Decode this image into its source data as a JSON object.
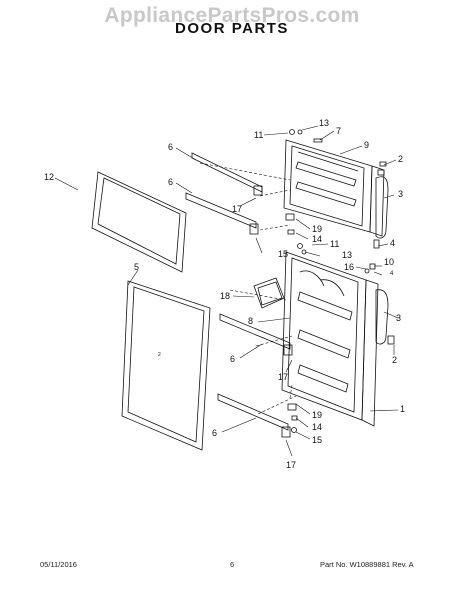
{
  "watermark": "AppliancePartsPros.com",
  "title": "DOOR PARTS",
  "callouts": [
    "11",
    "13",
    "7",
    "9",
    "6",
    "2",
    "3",
    "12",
    "6",
    "17",
    "19",
    "14",
    "11",
    "15",
    "13",
    "4",
    "10",
    "4",
    "16",
    "5",
    "18",
    "8",
    "6",
    "3",
    "17",
    "2",
    "1",
    "6",
    "19",
    "14",
    "15",
    "17"
  ],
  "footer": {
    "date": "05/11/2016",
    "page": "6",
    "part": "Part No. W10889881  Rev. A"
  }
}
